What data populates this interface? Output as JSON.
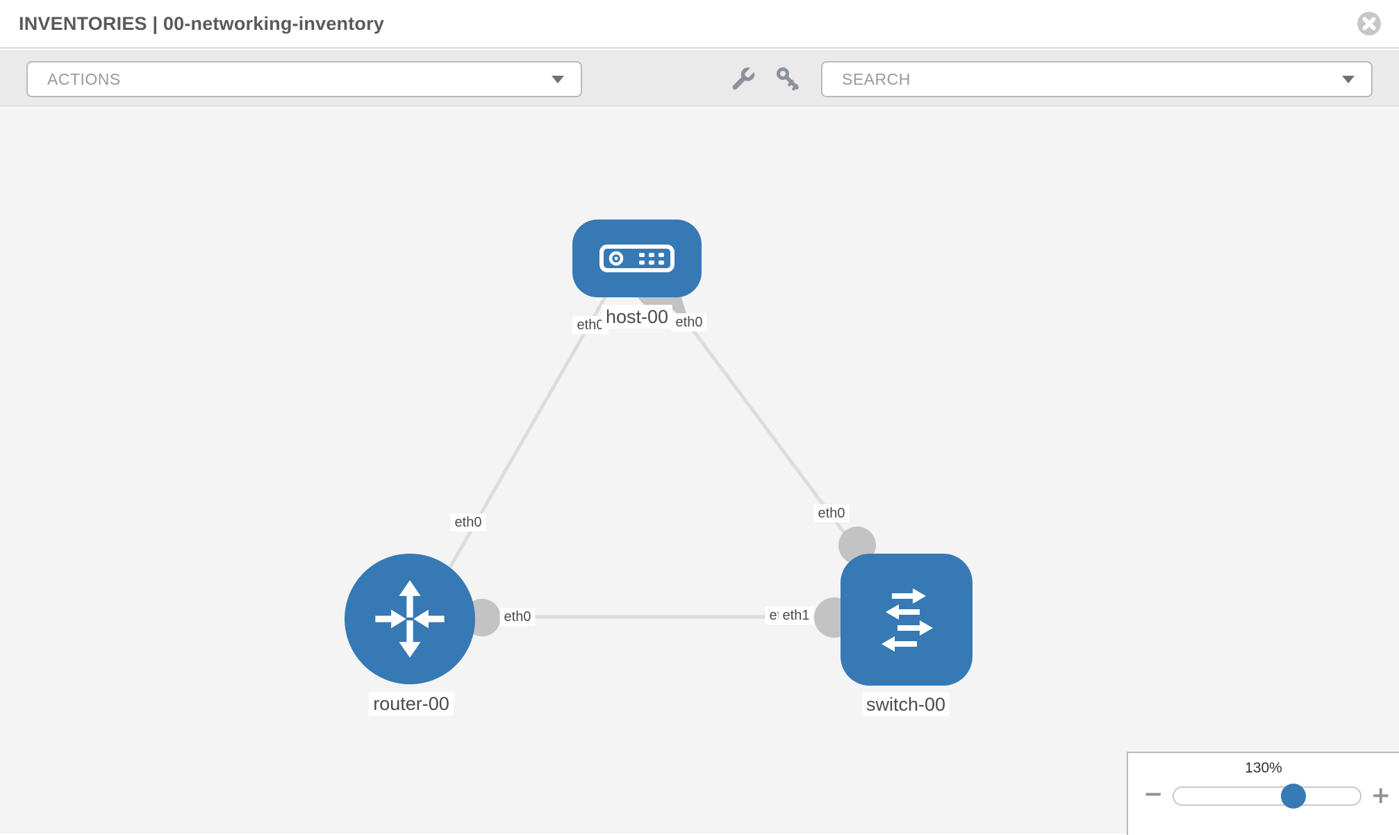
{
  "header": {
    "title": "INVENTORIES | 00-networking-inventory"
  },
  "toolbar": {
    "actions_label": "ACTIONS",
    "search_label": "SEARCH",
    "icons": [
      "wrench",
      "key"
    ]
  },
  "topology": {
    "nodes": [
      {
        "label": "host-00",
        "type": "host"
      },
      {
        "label": "router-00",
        "type": "router"
      },
      {
        "label": "switch-00",
        "type": "switch"
      }
    ],
    "links": [
      {
        "from": "host-00",
        "to": "router-00",
        "from_interface": "eth0",
        "to_interface": "eth0"
      },
      {
        "from": "host-00",
        "to": "switch-00",
        "from_interface": "eth0",
        "to_interface": "eth0"
      },
      {
        "from": "router-00",
        "to": "switch-00",
        "from_interface": "eth0",
        "to_interface": "eth1"
      }
    ],
    "interface_labels": {
      "host_left": "eth0",
      "host_right": "eth0",
      "host_router_mid": "eth0",
      "host_switch_mid": "eth0",
      "router_right": "eth0",
      "switch_under": "eth0",
      "switch_top": "eth1"
    }
  },
  "zoom": {
    "level": "130%",
    "minus_label": "−",
    "plus_label": "+"
  },
  "colors": {
    "node_blue": "#3679b5",
    "link_gray": "#dcdcdc",
    "connector_gray": "#c3c3c3",
    "canvas_bg": "#f4f4f4",
    "toolbar_bg": "#eaeaea",
    "label_text": "#4b4b4b"
  }
}
